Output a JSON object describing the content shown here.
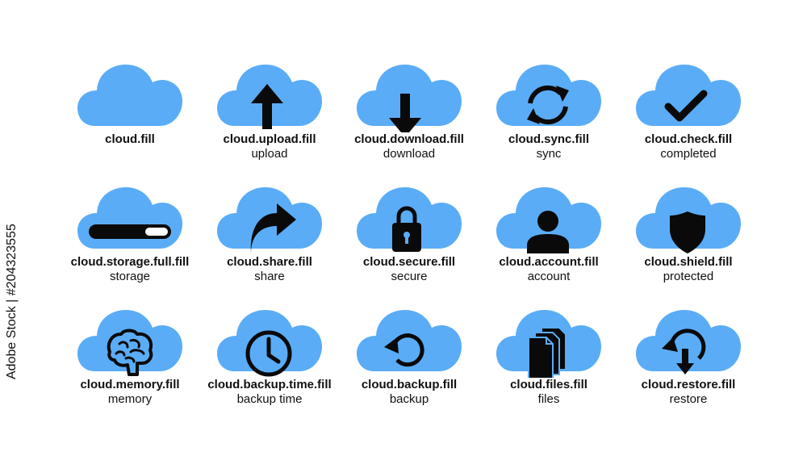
{
  "colors": {
    "cloud_fill": "#5aacf6",
    "glyph": "#0a0a0a",
    "text": "#111111",
    "background": "#ffffff"
  },
  "watermark": "Adobe Stock | #204323555",
  "icons": [
    {
      "name": "cloud.fill",
      "label": "",
      "glyph": "none"
    },
    {
      "name": "cloud.upload.fill",
      "label": "upload",
      "glyph": "arrow-up-icon"
    },
    {
      "name": "cloud.download.fill",
      "label": "download",
      "glyph": "arrow-down-icon"
    },
    {
      "name": "cloud.sync.fill",
      "label": "sync",
      "glyph": "sync-icon"
    },
    {
      "name": "cloud.check.fill",
      "label": "completed",
      "glyph": "check-icon"
    },
    {
      "name": "cloud.storage.full.fill",
      "label": "storage",
      "glyph": "storage-bar-icon"
    },
    {
      "name": "cloud.share.fill",
      "label": "share",
      "glyph": "share-arrow-icon"
    },
    {
      "name": "cloud.secure.fill",
      "label": "secure",
      "glyph": "padlock-icon"
    },
    {
      "name": "cloud.account.fill",
      "label": "account",
      "glyph": "user-icon"
    },
    {
      "name": "cloud.shield.fill",
      "label": "protected",
      "glyph": "shield-icon"
    },
    {
      "name": "cloud.memory.fill",
      "label": "memory",
      "glyph": "brain-icon"
    },
    {
      "name": "cloud.backup.time.fill",
      "label": "backup time",
      "glyph": "clock-icon"
    },
    {
      "name": "cloud.backup.fill",
      "label": "backup",
      "glyph": "undo-arrow-icon"
    },
    {
      "name": "cloud.files.fill",
      "label": "files",
      "glyph": "files-icon"
    },
    {
      "name": "cloud.restore.fill",
      "label": "restore",
      "glyph": "restore-icon"
    }
  ]
}
